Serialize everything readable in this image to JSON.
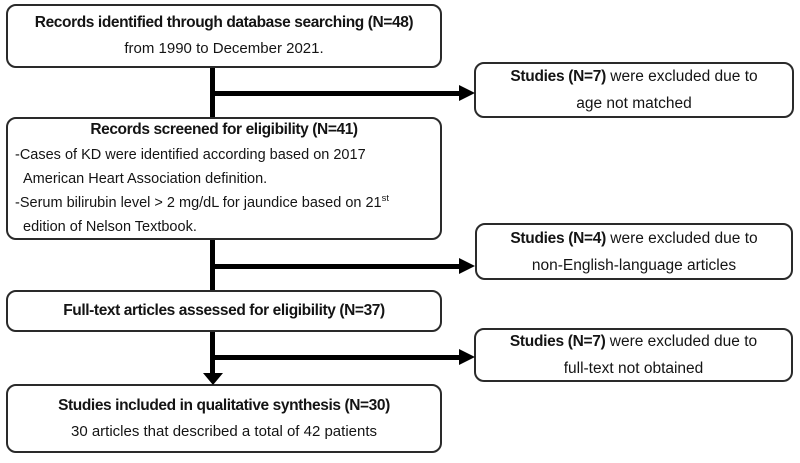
{
  "identification": {
    "title": "Records identified through database searching (N=48)",
    "subtitle": "from 1990 to December 2021."
  },
  "screening": {
    "title": "Records screened for eligibility (N=41)",
    "criterion1_line1": "-Cases of KD were identified according based on 2017",
    "criterion1_line2": "American Heart Association definition.",
    "criterion2_line1": "-Serum bilirubin level > 2 mg/dL for jaundice based on 21",
    "criterion2_sup": "st",
    "criterion2_line2": "edition of Nelson Textbook."
  },
  "fulltext": {
    "title": "Full-text articles assessed for eligibility (N=37)"
  },
  "included": {
    "title": "Studies included in qualitative synthesis (N=30)",
    "subtitle": "30 articles that described a total of 42 patients"
  },
  "exclusions": [
    {
      "bold": "Studies (N=7)",
      "rest": " were excluded due to",
      "line2": "age not matched"
    },
    {
      "bold": "Studies (N=4)",
      "rest": " were excluded due to",
      "line2": "non-English-language articles"
    },
    {
      "bold": "Studies (N=7)",
      "rest": " were excluded due to",
      "line2": "full-text not obtained"
    }
  ],
  "colors": {
    "background": "#ffffff",
    "box_border": "#2a2a2a",
    "text": "#141414",
    "arrow": "#000000"
  }
}
